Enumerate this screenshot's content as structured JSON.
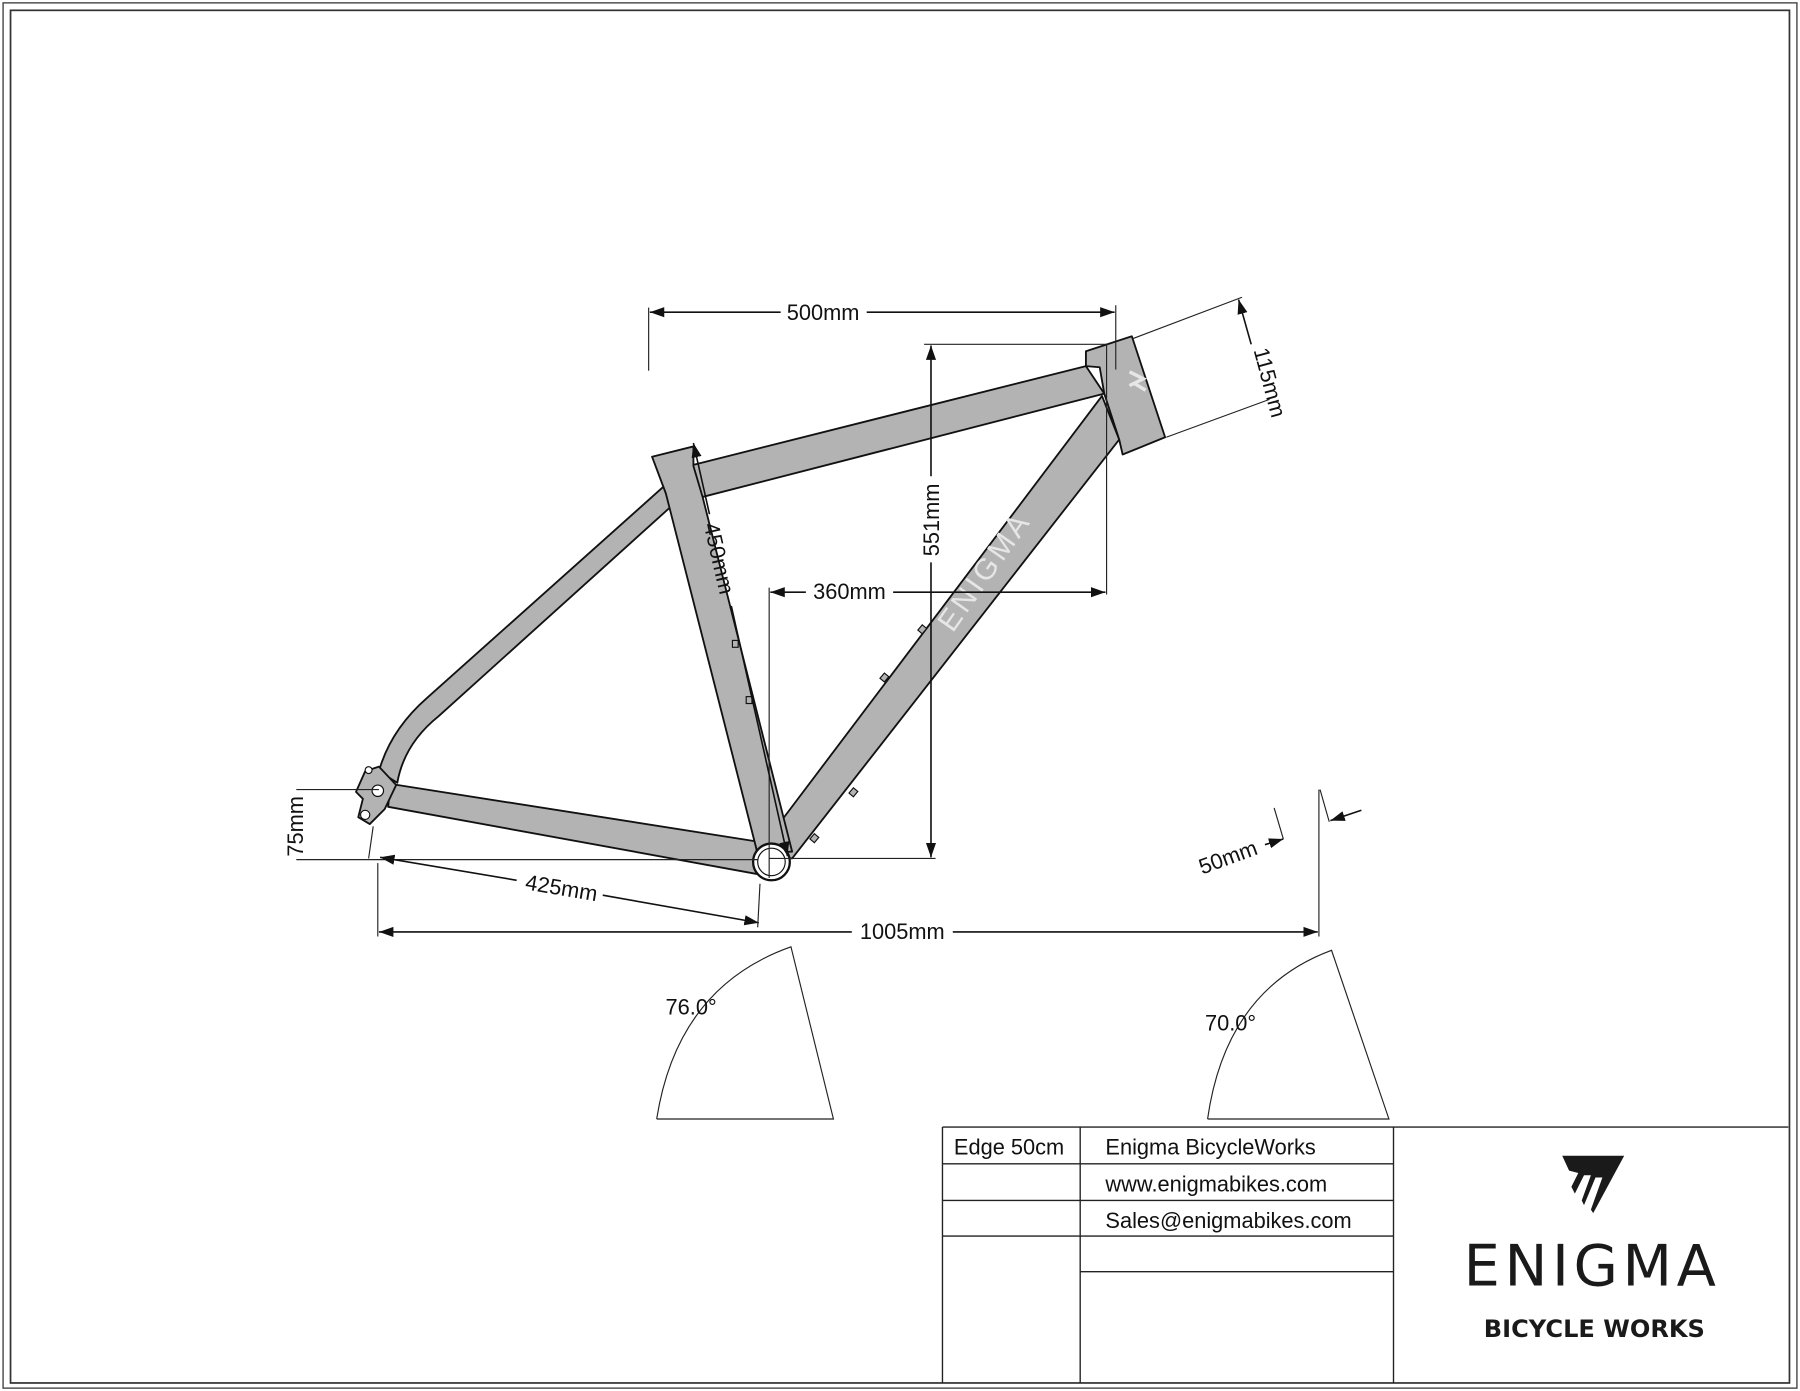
{
  "dimensions": {
    "top_tube_horizontal": "500mm",
    "head_tube_length": "115mm",
    "stack": "551mm",
    "seat_tube_length": "450mm",
    "reach": "360mm",
    "bb_drop": "75mm",
    "chainstay_length": "425mm",
    "wheelbase": "1005mm",
    "fork_offset": "50mm",
    "seat_angle": "76.0°",
    "head_angle": "70.0°"
  },
  "frame_watermark": "ENIGMA",
  "title_block": {
    "model": "Edge 50cm",
    "company": "Enigma BicycleWorks",
    "website": "www.enigmabikes.com",
    "email": "Sales@enigmabikes.com",
    "logo_word": "ENIGMA",
    "logo_sub": "BICYCLE WORKS"
  },
  "colors": {
    "frame": "#b3b3b3",
    "line": "#111111"
  }
}
